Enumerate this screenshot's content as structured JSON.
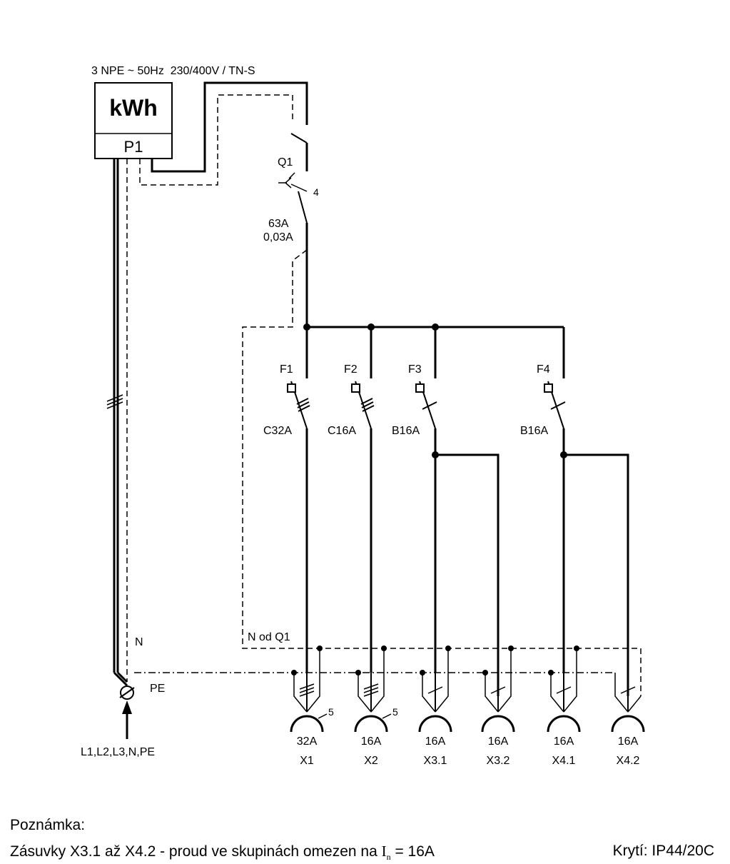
{
  "supply": {
    "spec": "3 NPE ~ 50Hz  230/400V / TN-S"
  },
  "meter": {
    "symbol": "kWh",
    "label": "P1"
  },
  "main_breaker": {
    "label": "Q1",
    "poles": "4",
    "rating": "63A",
    "residual_current": "0,03A"
  },
  "breakers": [
    {
      "label": "F1",
      "rating": "C32A"
    },
    {
      "label": "F2",
      "rating": "C16A"
    },
    {
      "label": "F3",
      "rating": "B16A"
    },
    {
      "label": "F4",
      "rating": "B16A"
    }
  ],
  "conductors": {
    "neutral": "N",
    "protective": "PE",
    "neutral_from_q1": "N od Q1"
  },
  "feed": {
    "label": "L1,L2,L3,N,PE"
  },
  "sockets": [
    {
      "rating": "32A",
      "name": "X1",
      "cores": "5"
    },
    {
      "rating": "16A",
      "name": "X2",
      "cores": "5"
    },
    {
      "rating": "16A",
      "name": "X3.1"
    },
    {
      "rating": "16A",
      "name": "X3.2"
    },
    {
      "rating": "16A",
      "name": "X4.1"
    },
    {
      "rating": "16A",
      "name": "X4.2"
    }
  ],
  "notes": {
    "heading": "Poznámka:",
    "text_prefix": "Zásuvky X3.1 až X4.2 - proud ve skupinách omezen na ",
    "current_symbol": "I",
    "current_subscript": "n",
    "text_suffix": " = 16A",
    "protection": "Krytí: IP44/20C"
  },
  "colors": {
    "line": "#000000",
    "background": "#ffffff"
  }
}
